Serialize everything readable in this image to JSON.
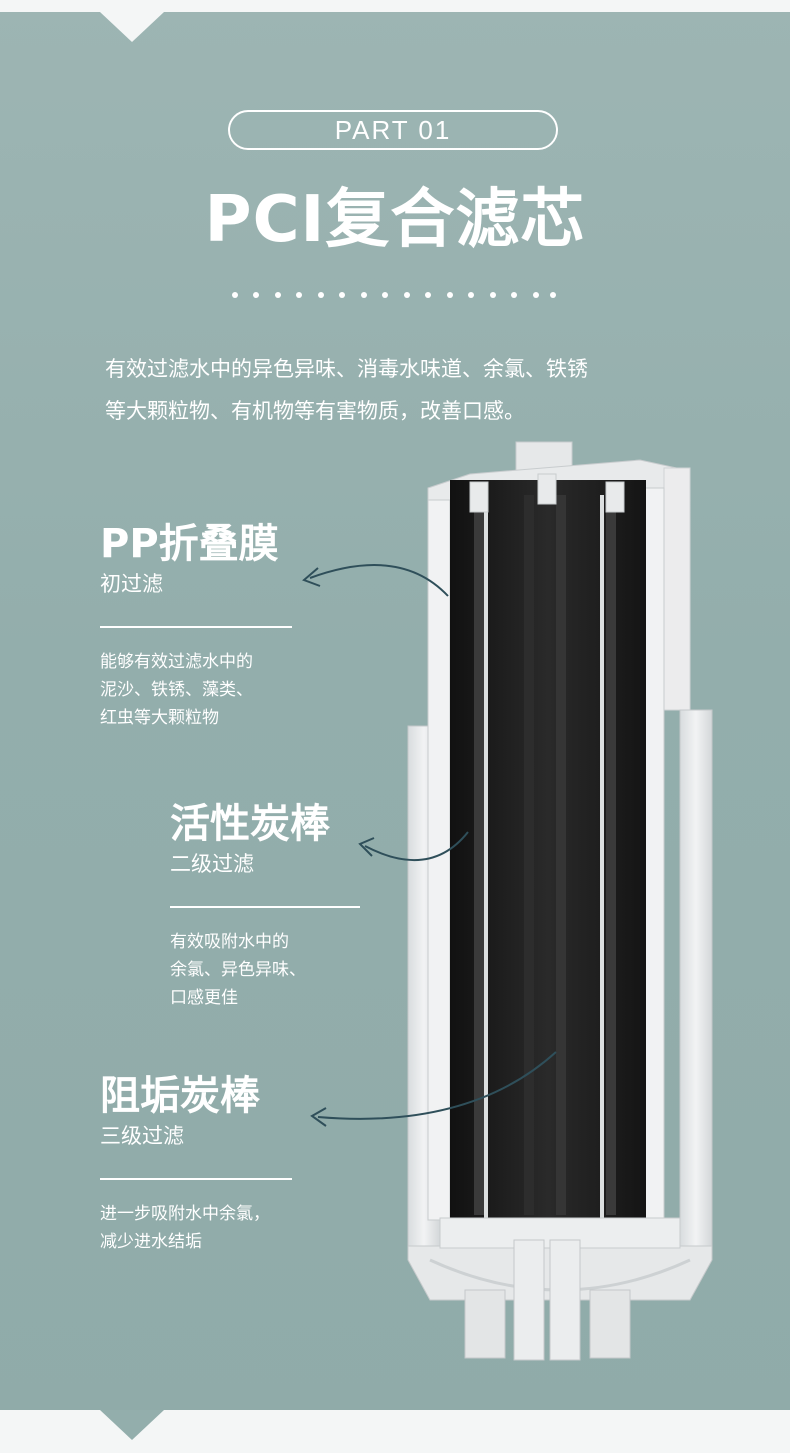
{
  "header": {
    "part_label": "PART  01",
    "title": "PCI复合滤芯"
  },
  "intro": {
    "line1": "有效过滤水中的异色异味、消毒水味道、余氯、铁锈",
    "line2": "等大颗粒物、有机物等有害物质，改善口感。"
  },
  "stages": [
    {
      "title": "PP折叠膜",
      "subtitle": "初过滤",
      "desc": [
        "能够有效过滤水中的",
        "泥沙、铁锈、藻类、",
        "红虫等大颗粒物"
      ]
    },
    {
      "title": "活性炭棒",
      "subtitle": "二级过滤",
      "desc": [
        "有效吸附水中的",
        "余氯、异色异味、",
        "口感更佳"
      ]
    },
    {
      "title": "阻垢炭棒",
      "subtitle": "三级过滤",
      "desc": [
        "进一步吸附水中余氯，",
        "减少进水结垢"
      ]
    }
  ],
  "colors": {
    "background": "#93aeac",
    "text": "#ffffff",
    "arrow": "#2f4f5a",
    "housing": "#e9ebec",
    "carbon": "#1c1c1c"
  },
  "icons": [
    "arrow-curve-icon"
  ]
}
